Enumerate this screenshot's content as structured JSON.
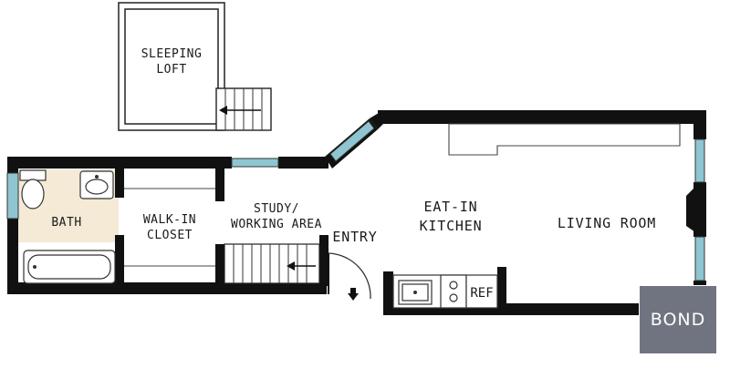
{
  "rooms": {
    "sleeping_loft": [
      "SLEEPING",
      "LOFT"
    ],
    "bath": "BATH",
    "walk_in_closet": [
      "WALK-IN",
      "CLOSET"
    ],
    "study": [
      "STUDY/",
      "WORKING AREA"
    ],
    "entry": "ENTRY",
    "kitchen": [
      "EAT-IN",
      "KITCHEN"
    ],
    "living_room": "LIVING ROOM",
    "ref": "REF"
  },
  "brand": {
    "logo": "BOND"
  },
  "colors": {
    "wall": "#111111",
    "window": "#8ec5d0",
    "bath_floor": "#f4ead6",
    "logo_bg": "#6f7480"
  }
}
